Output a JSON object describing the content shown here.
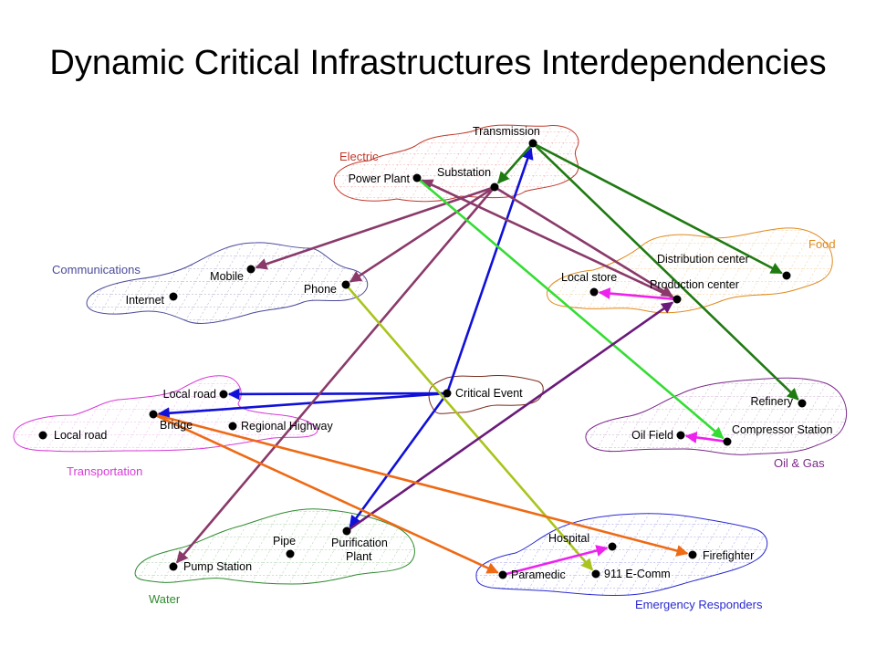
{
  "title": "Dynamic Critical Infrastructures Interdependencies",
  "colors": {
    "electric": "#c0392b",
    "communications": "#4a4a9a",
    "food": "#e08a1e",
    "transportation": "#d63bd6",
    "oilgas": "#7b2a8a",
    "water": "#2f8a2f",
    "emergency": "#2a2ad0",
    "event": "#7a2a1a"
  },
  "clusters": [
    {
      "id": "electric",
      "label": "Electric"
    },
    {
      "id": "communications",
      "label": "Communications"
    },
    {
      "id": "food",
      "label": "Food"
    },
    {
      "id": "transportation",
      "label": "Transportation"
    },
    {
      "id": "oilgas",
      "label": "Oil & Gas"
    },
    {
      "id": "water",
      "label": "Water"
    },
    {
      "id": "emergency",
      "label": "Emergency Responders"
    }
  ],
  "nodes": [
    {
      "id": "transmission",
      "label": "Transmission"
    },
    {
      "id": "substation",
      "label": "Substation"
    },
    {
      "id": "powerplant",
      "label": "Power Plant"
    },
    {
      "id": "mobile",
      "label": "Mobile"
    },
    {
      "id": "internet",
      "label": "Internet"
    },
    {
      "id": "phone",
      "label": "Phone"
    },
    {
      "id": "distribution",
      "label": "Distribution center"
    },
    {
      "id": "localstore",
      "label": "Local store"
    },
    {
      "id": "production",
      "label": "Production center"
    },
    {
      "id": "criticalevent",
      "label": "Critical Event"
    },
    {
      "id": "localroad1",
      "label": "Local road"
    },
    {
      "id": "bridge",
      "label": "Bridge"
    },
    {
      "id": "regional",
      "label": "Regional Highway"
    },
    {
      "id": "localroad2",
      "label": "Local road"
    },
    {
      "id": "refinery",
      "label": "Refinery"
    },
    {
      "id": "oilfield",
      "label": "Oil Field"
    },
    {
      "id": "compressor",
      "label": "Compressor Station"
    },
    {
      "id": "pipe",
      "label": "Pipe"
    },
    {
      "id": "purification",
      "label": "Purification Plant"
    },
    {
      "id": "pumpstation",
      "label": "Pump Station"
    },
    {
      "id": "hospital",
      "label": "Hospital"
    },
    {
      "id": "firefighter",
      "label": "Firefighter"
    },
    {
      "id": "paramedic",
      "label": "Paramedic"
    },
    {
      "id": "ecomm",
      "label": "911 E-Comm"
    }
  ],
  "edges": [
    {
      "from": "criticalevent",
      "to": "transmission",
      "color": "#1010d8"
    },
    {
      "from": "criticalevent",
      "to": "localroad1",
      "color": "#1010d8"
    },
    {
      "from": "criticalevent",
      "to": "bridge",
      "color": "#1010d8"
    },
    {
      "from": "criticalevent",
      "to": "purification",
      "color": "#1010d8"
    },
    {
      "from": "transmission",
      "to": "substation",
      "color": "#1f7a12"
    },
    {
      "from": "transmission",
      "to": "distribution",
      "color": "#1f7a12"
    },
    {
      "from": "transmission",
      "to": "refinery",
      "color": "#1f7a12"
    },
    {
      "from": "substation",
      "to": "mobile",
      "color": "#8a3a6a"
    },
    {
      "from": "substation",
      "to": "phone",
      "color": "#8a3a6a"
    },
    {
      "from": "substation",
      "to": "pumpstation",
      "color": "#8a3a6a"
    },
    {
      "from": "substation",
      "to": "production",
      "color": "#8a3a6a"
    },
    {
      "from": "production",
      "to": "powerplant",
      "color": "#8a3a6a"
    },
    {
      "from": "powerplant",
      "to": "compressor",
      "color": "#33dd33"
    },
    {
      "from": "phone",
      "to": "ecomm",
      "color": "#aac41c"
    },
    {
      "from": "purification",
      "to": "production",
      "color": "#6a1a7a"
    },
    {
      "from": "production",
      "to": "localstore",
      "color": "#ee22ee"
    },
    {
      "from": "compressor",
      "to": "oilfield",
      "color": "#ee22ee"
    },
    {
      "from": "paramedic",
      "to": "hospital",
      "color": "#ee22ee"
    },
    {
      "from": "bridge",
      "to": "paramedic",
      "color": "#ee6a14"
    },
    {
      "from": "bridge",
      "to": "firefighter",
      "color": "#ee6a14"
    }
  ]
}
